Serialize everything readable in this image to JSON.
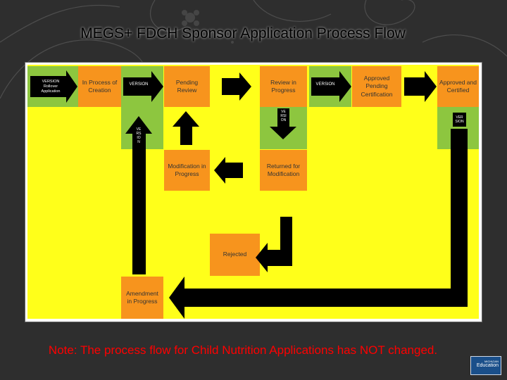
{
  "slide": {
    "title": "MEGS+ FDCH Sponsor Application Process Flow",
    "note": "Note: The process flow for Child Nutrition Applications has NOT changed."
  },
  "flow": {
    "steps": {
      "in_process": "In Process of Creation",
      "pending_review": "Pending Review",
      "review_in_progress": "Review in Progress",
      "approved_pending": "Approved Pending Certification",
      "approved_certified": "Approved and Certified",
      "modification": "Modification in Progress",
      "returned": "Returned for Modification",
      "rejected": "Rejected",
      "amendment": "Amendment in Progress"
    },
    "arrow_labels": {
      "version_rollover": "VERSION Rollover Application",
      "version_1": "VERSION",
      "version_2": "VERSION",
      "version_3": "VERSION",
      "version_4": "VERSION",
      "version_5": "VERSION"
    }
  },
  "logo": {
    "small_text": "MICHIGAN",
    "main_text": "Education"
  },
  "colors": {
    "background": "#2e2e2e",
    "panel": "#ffff1a",
    "step": "#f7941d",
    "state_band": "#8dc63f",
    "arrow": "#000000",
    "note": "#ff0000"
  }
}
